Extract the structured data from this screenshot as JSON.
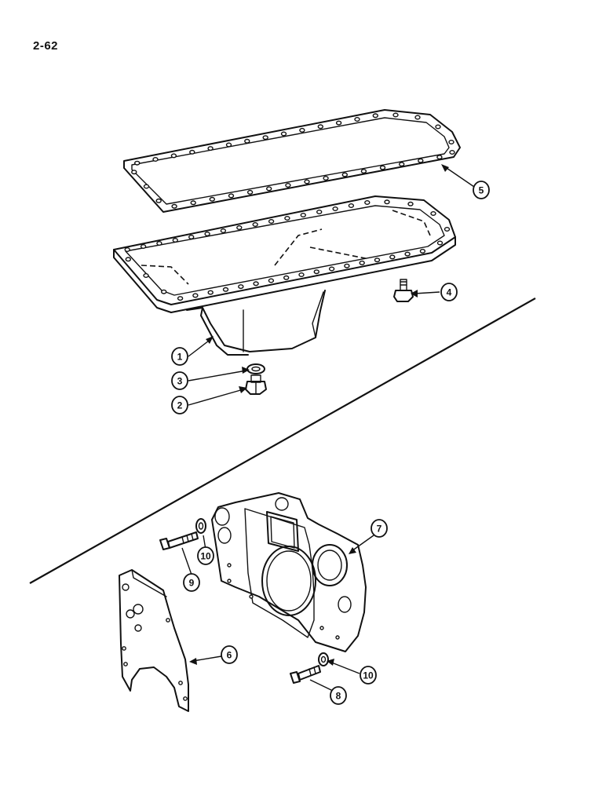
{
  "page": {
    "number": "2-62"
  },
  "callouts": [
    {
      "id": "c1",
      "label": "1"
    },
    {
      "id": "c2",
      "label": "2"
    },
    {
      "id": "c3",
      "label": "3"
    },
    {
      "id": "c4",
      "label": "4"
    },
    {
      "id": "c5",
      "label": "5"
    },
    {
      "id": "c6",
      "label": "6"
    },
    {
      "id": "c7",
      "label": "7"
    },
    {
      "id": "c8",
      "label": "8"
    },
    {
      "id": "c9",
      "label": "9"
    },
    {
      "id": "c10a",
      "label": "10"
    },
    {
      "id": "c10b",
      "label": "10"
    }
  ]
}
